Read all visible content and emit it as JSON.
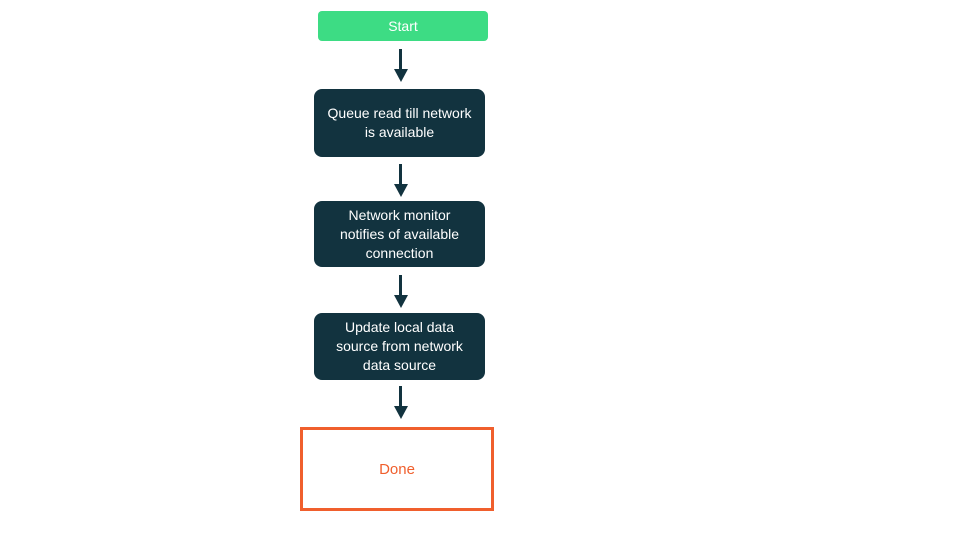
{
  "colors": {
    "start-bg": "#3DDC84",
    "process-bg": "#12333F",
    "accent-orange": "#F05F2D",
    "text-light": "#FFFFFF",
    "canvas-bg": "#FFFFFF"
  },
  "flowchart": {
    "nodes": [
      {
        "id": "start",
        "label": "Start",
        "shape": "rounded-rect",
        "style": "start"
      },
      {
        "id": "queue-read",
        "label": "Queue read till network is available",
        "shape": "rounded-rect",
        "style": "process"
      },
      {
        "id": "network-monitor",
        "label": "Network monitor notifies of available connection",
        "shape": "rounded-rect",
        "style": "process"
      },
      {
        "id": "update-source",
        "label": "Update local data source from network data source",
        "shape": "rounded-rect",
        "style": "process"
      },
      {
        "id": "done",
        "label": "Done",
        "shape": "rect-outline",
        "style": "end"
      }
    ],
    "edges": [
      {
        "from": "start",
        "to": "queue-read",
        "type": "arrow-down"
      },
      {
        "from": "queue-read",
        "to": "network-monitor",
        "type": "arrow-down"
      },
      {
        "from": "network-monitor",
        "to": "update-source",
        "type": "arrow-down"
      },
      {
        "from": "update-source",
        "to": "done",
        "type": "arrow-down"
      }
    ]
  }
}
